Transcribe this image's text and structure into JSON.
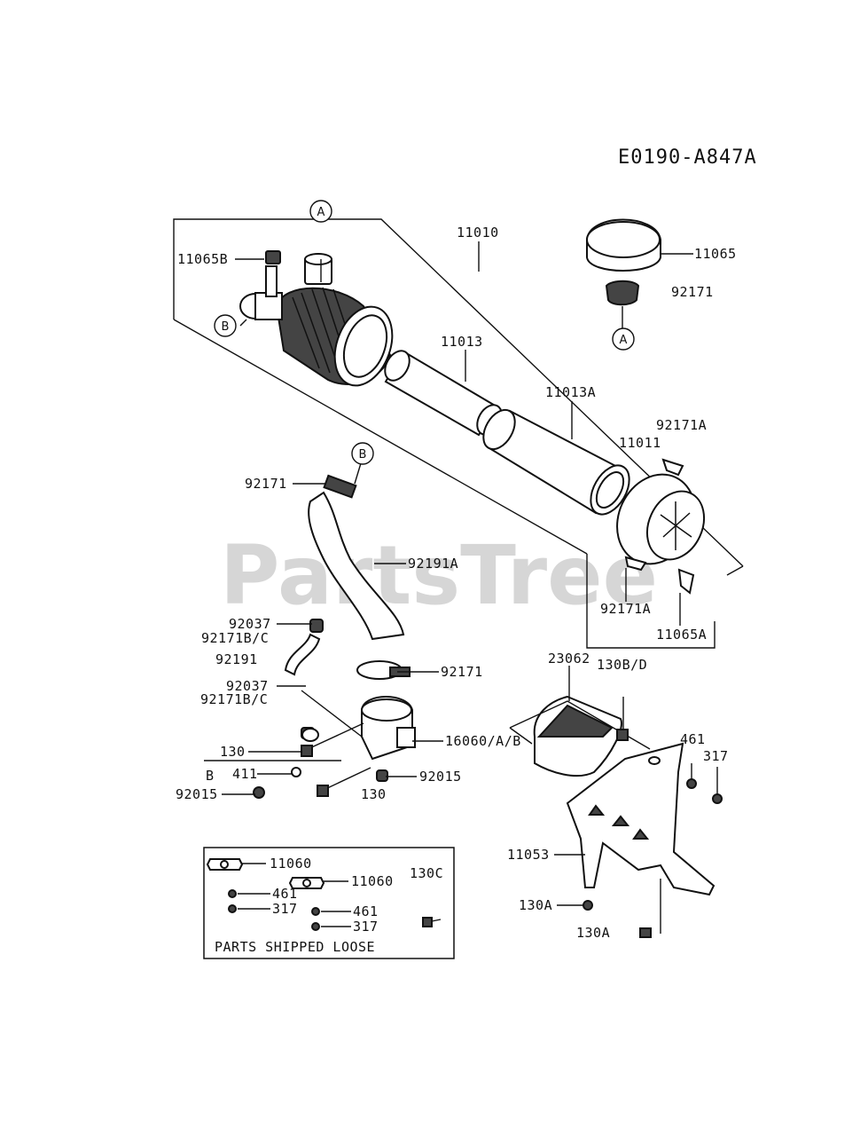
{
  "reference_code": "E0190-A847A",
  "watermark": "PartsTree",
  "callouts": {
    "a": "A",
    "b": "B"
  },
  "labels": {
    "p11010": "11010",
    "p11065": "11065",
    "p11065b": "11065B",
    "p92171_top": "92171",
    "p11013": "11013",
    "p11013a": "11013A",
    "p92171a_top": "92171A",
    "p11011": "11011",
    "p92171_hose": "92171",
    "p92191a": "92191A",
    "p92171a_bottom": "92171A",
    "p11065a": "11065A",
    "p92037_1": "92037",
    "p92171bc_1": "92171B/C",
    "p92191": "92191",
    "p92171_clamp": "92171",
    "p92037_2": "92037",
    "p92171bc_2": "92171B/C",
    "p130_1": "130",
    "p16060": "16060/A/B",
    "b_marker": "B",
    "p411": "411",
    "p92015_right": "92015",
    "p92015_left": "92015",
    "p130_2": "130",
    "p23062": "23062",
    "p130bd": "130B/D",
    "p461_right": "461",
    "p317_right": "317",
    "p11053": "11053",
    "p130a_1": "130A",
    "p130a_2": "130A"
  },
  "loose_box": {
    "g11060_1": "11060",
    "g11060_2": "11060",
    "p130c": "130C",
    "p461_1": "461",
    "p461_2": "461",
    "p317_1": "317",
    "p317_2": "317",
    "title": "PARTS SHIPPED LOOSE"
  }
}
